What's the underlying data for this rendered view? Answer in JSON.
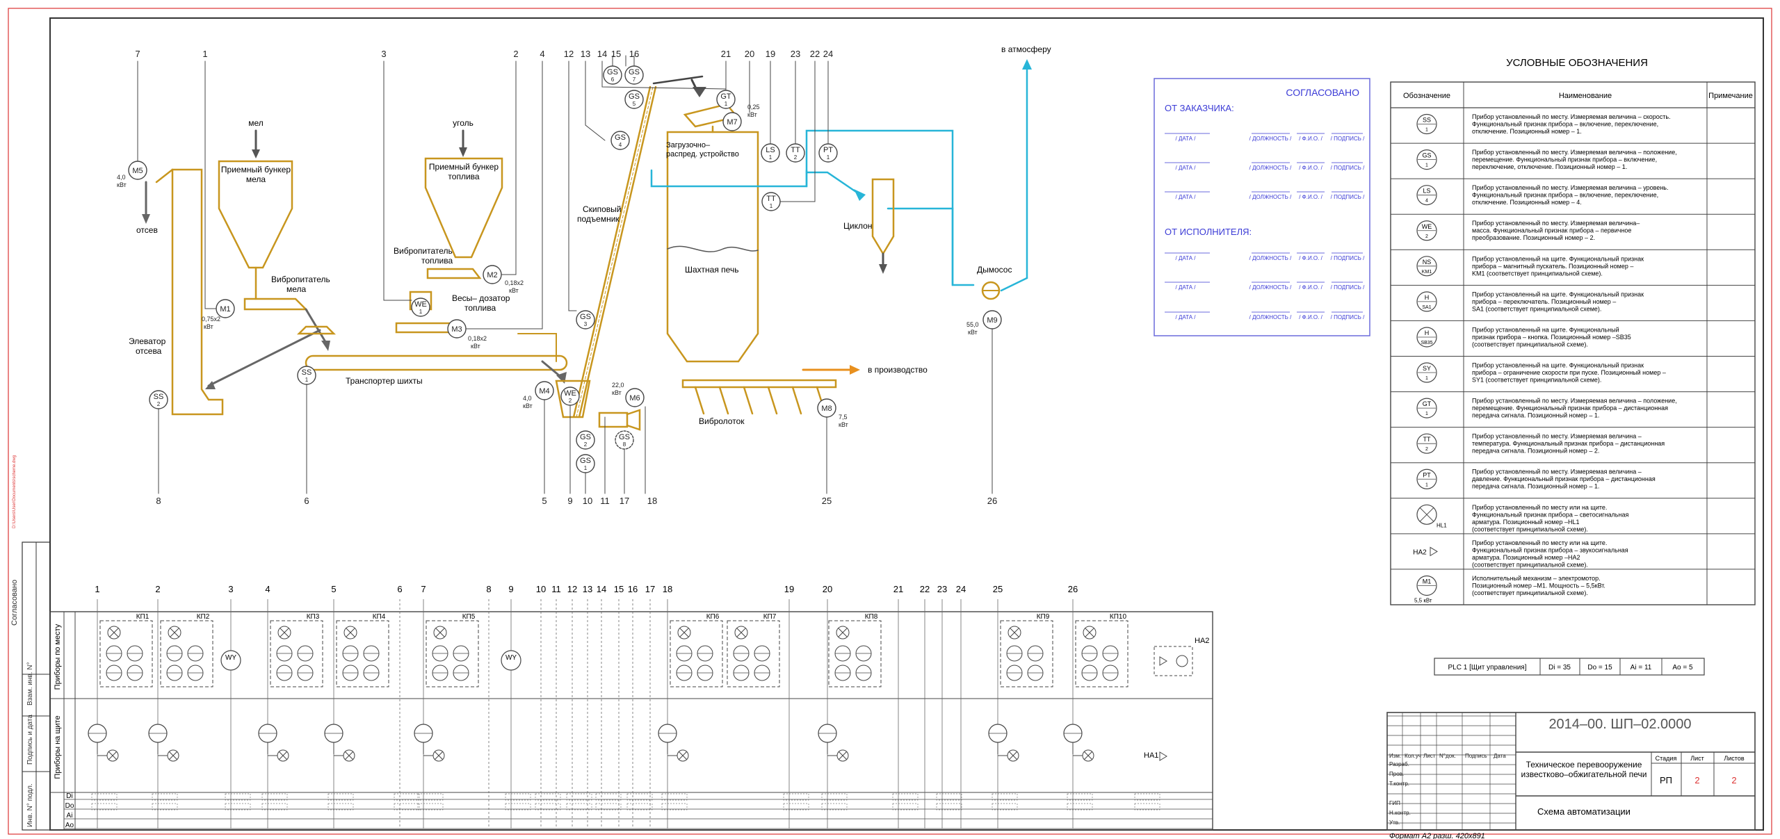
{
  "equipment": {
    "mel": "мел",
    "ugol": "уголь",
    "bunker_mel_1": "Приемный бункер",
    "bunker_mel_2": "мела",
    "bunker_top_1": "Приемный бункер",
    "bunker_top_2": "топлива",
    "vibro_mel_1": "Вибропитатель",
    "vibro_mel_2": "мела",
    "vibro_top_1": "Вибропитатель",
    "vibro_top_2": "топлива",
    "vesy_1": "Весы– дозатор",
    "vesy_2": "топлива",
    "otsev": "отсев",
    "elevator_1": "Элеватор",
    "elevator_2": "отсева",
    "transporter": "Транспортер шихты",
    "skip_1": "Скиповый",
    "skip_2": "подъемник",
    "zagr_1": "Загрузочно–",
    "zagr_2": "распред. устройство",
    "furnace": "Шахтная печь",
    "vibrolotok": "Вибролоток",
    "cyclone": "Циклон",
    "dymosos": "Дымосос",
    "atmosphere": "в атмосферу",
    "production": "в производство"
  },
  "instruments": {
    "M5": "M5",
    "M1": "M1",
    "M2": "M2",
    "M3": "M3",
    "M4": "M4",
    "M6": "M6",
    "M7": "M7",
    "M8": "M8",
    "M9": "M9",
    "SS": "SS",
    "GS": "GS",
    "WE": "WE",
    "LS": "LS",
    "TT": "TT",
    "PT": "PT",
    "GT": "GT",
    "n1": "1",
    "n2": "2",
    "n3": "3",
    "n4": "4",
    "n5": "5",
    "n6": "6",
    "n7": "7",
    "n8": "8"
  },
  "powers": {
    "m5_a": "4,0",
    "m5_b": "кВт",
    "m1_a": "0,75х2",
    "m1_b": "кВт",
    "m2_a": "0,18х2",
    "m2_b": "кВт",
    "m3_a": "0,18х2",
    "m3_b": "кВт",
    "m4_a": "4,0",
    "m4_b": "кВт",
    "m6_a": "22,0",
    "m6_b": "кВт",
    "m7_a": "0,25",
    "m7_b": "кВт",
    "m8_a": "7,5",
    "m8_b": "кВт",
    "m9_a": "55,0",
    "m9_b": "кВт"
  },
  "top_numbers": [
    {
      "v": "7"
    },
    {
      "v": "1"
    },
    {
      "v": "3"
    },
    {
      "v": "2"
    },
    {
      "v": "4"
    },
    {
      "v": "12"
    },
    {
      "v": "13"
    },
    {
      "v": "14"
    },
    {
      "v": "15"
    },
    {
      "v": "16"
    },
    {
      "v": "21"
    },
    {
      "v": "20"
    },
    {
      "v": "19"
    },
    {
      "v": "23"
    },
    {
      "v": "22"
    },
    {
      "v": "24"
    }
  ],
  "bottom_numbers": [
    {
      "v": "8"
    },
    {
      "v": "6"
    },
    {
      "v": "5"
    },
    {
      "v": "9"
    },
    {
      "v": "10"
    },
    {
      "v": "11"
    },
    {
      "v": "17"
    },
    {
      "v": "18"
    },
    {
      "v": "25"
    },
    {
      "v": "26"
    }
  ],
  "approval": {
    "title": "СОГЛАСОВАНО",
    "customer": "ОТ ЗАКАЗЧИКА:",
    "executor": "ОТ ИСПОЛНИТЕЛЯ:",
    "date": "/ ДАТА /",
    "position": "/ ДОЛЖНОСТЬ /",
    "fio": "/ Ф.И.О. /",
    "sign": "/ ПОДПИСЬ /"
  },
  "legend": {
    "title": "УСЛОВНЫЕ ОБОЗНАЧЕНИЯ",
    "col1": "Обозначение",
    "col2": "Наименование",
    "col3": "Примечание",
    "rows": [
      {
        "sym": "SS",
        "num": "1",
        "lines": [
          "Прибор установленный по месту. Измеряемая величина – скорость.",
          "Функциональный признак прибора – включение, переключение,",
          "отключение. Позиционный номер – 1."
        ]
      },
      {
        "sym": "GS",
        "num": "1",
        "lines": [
          "Прибор установленный по месту. Измеряемая величина – положение,",
          "перемещение. Функциональный признак прибора – включение,",
          "переключение, отключение. Позиционный номер – 1."
        ]
      },
      {
        "sym": "LS",
        "num": "4",
        "lines": [
          "Прибор установленный по месту. Измеряемая величина – уровень.",
          "Функциональный признак прибора – включение, переключение,",
          "отключение. Позиционный номер – 4."
        ]
      },
      {
        "sym": "WE",
        "num": "2",
        "lines": [
          "Прибор установленный по месту. Измеряемая величина–",
          "масса. Функциональный признак прибора – первичное",
          "преобразование. Позиционный номер – 2."
        ]
      },
      {
        "sym": "NS",
        "num": "KM1",
        "lines": [
          "Прибор установленный на щите. Функциональный признак",
          "прибора – магнитный пускатель. Позиционный номер –",
          "KM1 (соответствует принципиальной схеме)."
        ]
      },
      {
        "sym": "H",
        "num": "SA1",
        "lines": [
          "Прибор установленный на щите. Функциональный признак",
          "прибора – переключатель. Позиционный номер –",
          "SA1 (соответствует принципиальной схеме)."
        ]
      },
      {
        "sym": "H",
        "num": "SB35",
        "lines": [
          "Прибор установленный на щите. Функциональный",
          "признак прибора – кнопка. Позиционный номер –SB35",
          "(соответствует принципиальной схеме)."
        ]
      },
      {
        "sym": "SY",
        "num": "1",
        "lines": [
          "Прибор установленный на щите. Функциональный признак",
          "прибора – ограничение скорости при пуске. Позиционный номер –",
          "SY1 (соответствует принципиальной схеме)."
        ]
      },
      {
        "sym": "GT",
        "num": "1",
        "lines": [
          "Прибор установленный по месту. Измеряемая величина – положение,",
          "перемещение. Функциональный признак прибора – дистанционная",
          "передача сигнала. Позиционный номер – 1."
        ]
      },
      {
        "sym": "TT",
        "num": "2",
        "lines": [
          "Прибор установленный по месту. Измеряемая величина –",
          "температура. Функциональный признак прибора – дистанционная",
          "передача сигнала. Позиционный номер – 2."
        ]
      },
      {
        "sym": "PT",
        "num": "1",
        "lines": [
          "Прибор установленный по месту. Измеряемая величина –",
          "давление. Функциональный признак прибора – дистанционная",
          "передача сигнала. Позиционный номер – 1."
        ]
      },
      {
        "sym": "",
        "num": "HL1",
        "lines": [
          "Прибор установленный по месту или на щите.",
          "Функциональный признак прибора – светосигнальная",
          "арматура. Позиционный номер –HL1",
          "(соответствует принципиальной схеме)."
        ]
      },
      {
        "sym": "HA2",
        "num": "",
        "lines": [
          "Прибор установленный по месту или на щите.",
          "Функциональный признак прибора – звукосигнальная",
          "арматура. Позиционный номер –HA2",
          "(соответствует принципиальной схеме)."
        ]
      },
      {
        "sym": "M1",
        "num": "5,5 кВт",
        "lines": [
          "Исполнительный механизм – электромотор.",
          "Позиционный номер –M1. Мощность – 5,5кВт.",
          "(соответствует принципиальной схеме)."
        ]
      }
    ]
  },
  "plc": {
    "name": "PLC 1 [Щит управления]",
    "di": "Di = 35",
    "do": "Do = 15",
    "ai": "Ai = 11",
    "ao": "Ao = 5"
  },
  "lower": {
    "row_local": "Приборы по месту",
    "row_panel": "Приборы на щите",
    "cols": [
      {
        "v": "1"
      },
      {
        "v": "2"
      },
      {
        "v": "3"
      },
      {
        "v": "4"
      },
      {
        "v": "5"
      },
      {
        "v": "6"
      },
      {
        "v": "7"
      },
      {
        "v": "8"
      },
      {
        "v": "9"
      },
      {
        "v": "10"
      },
      {
        "v": "11"
      },
      {
        "v": "12"
      },
      {
        "v": "13"
      },
      {
        "v": "14"
      },
      {
        "v": "15"
      },
      {
        "v": "16"
      },
      {
        "v": "17"
      },
      {
        "v": "18"
      },
      {
        "v": "19"
      },
      {
        "v": "20"
      },
      {
        "v": "21"
      },
      {
        "v": "22"
      },
      {
        "v": "23"
      },
      {
        "v": "24"
      },
      {
        "v": "25"
      },
      {
        "v": "26"
      }
    ],
    "kp": [
      "КП1",
      "КП2",
      "КП3",
      "КП4",
      "КП5",
      "КП6",
      "КП7",
      "КП8",
      "КП9",
      "КП10"
    ],
    "io_labels": [
      "Di",
      "Do",
      "Ai",
      "Ao"
    ],
    "ha2": "HA2",
    "ha1": "HA1",
    "wy1": "WY",
    "wy2": "WY"
  },
  "stamp": {
    "code": "2014–00. ШП–02.0000",
    "project_1": "Техническое перевооружение",
    "project_2": "известково–обжигательной печи",
    "sheet_title": "Схема автоматизации",
    "stage_h": "Стадия",
    "list_h": "Лист",
    "lists_h": "Листов",
    "stage": "РП",
    "list": "2",
    "lists": "2",
    "izm": "Изм.",
    "kol": "Кол.уч",
    "lst": "Лист",
    "ndok": "N°док.",
    "podp": "Подпись",
    "data": "Дата",
    "razrab": "Разраб.",
    "prov": "Пров.",
    "tkontr": "Т.контр.",
    "gip": "ГИП",
    "nkontr": "Н.контр.",
    "utv": "Утв.",
    "format": "Формат А2 разш. 420х891"
  },
  "margin": {
    "sogl": "Согласовано",
    "vzam": "Взам. инв. N°",
    "podp_data": "Подпись и дата",
    "inv": "Инв. N° подл."
  }
}
